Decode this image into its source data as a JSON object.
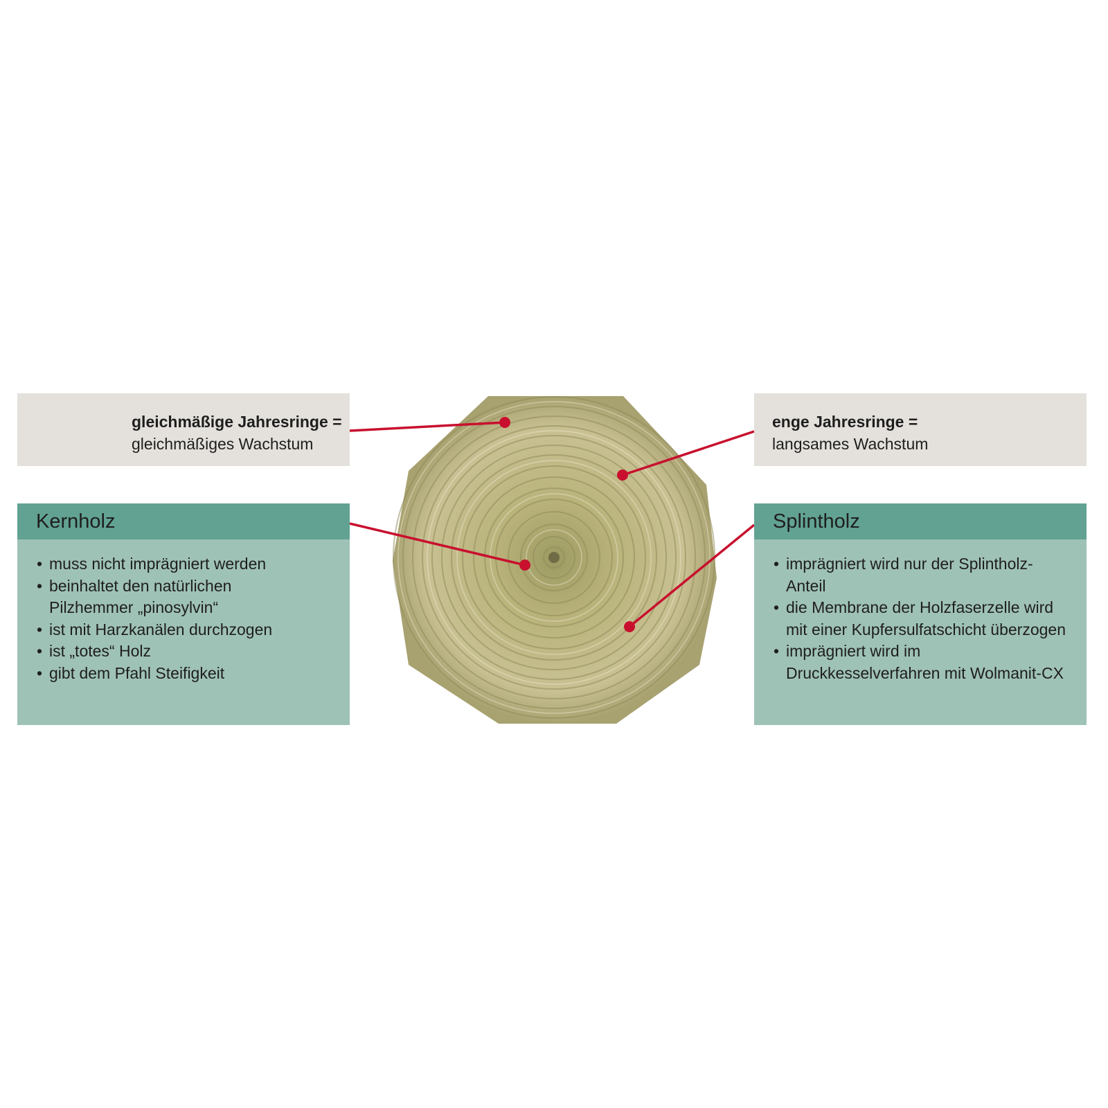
{
  "callouts": {
    "top_left": {
      "title": "gleichmäßige Jahresringe =",
      "text": "gleichmäßiges Wachstum"
    },
    "top_right": {
      "title": "enge Jahresringe =",
      "text": "langsames Wachstum"
    }
  },
  "kernholz": {
    "title": "Kernholz",
    "items": [
      "muss nicht imprägniert werden",
      "beinhaltet den natürlichen Pilzhemmer „pinosylvin“",
      "ist mit Harzkanälen durchzogen",
      "ist „totes“ Holz",
      "gibt dem Pfahl Steifigkeit"
    ]
  },
  "splintholz": {
    "title": "Splintholz",
    "items": [
      "imprägniert wird nur der Splintholz-Anteil",
      "die Membrane der Holzfaserzelle wird mit einer Kupfersulfatschicht überzogen",
      "imprägniert wird im Druckkesselverfahren mit Wolmanit-CX"
    ]
  },
  "colors": {
    "leader": "#c8102e",
    "header_green": "#62a292",
    "body_green": "#9fc2b6",
    "gray_box": "#e4e1dc"
  }
}
